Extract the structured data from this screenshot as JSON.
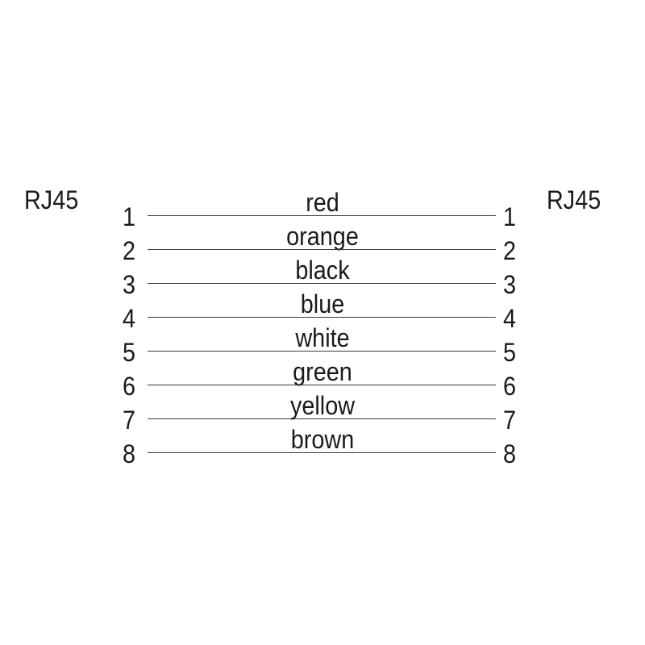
{
  "connectors": {
    "left_label": "RJ45",
    "right_label": "RJ45"
  },
  "wires": [
    {
      "pin_left": "1",
      "color": "red",
      "pin_right": "1"
    },
    {
      "pin_left": "2",
      "color": "orange",
      "pin_right": "2"
    },
    {
      "pin_left": "3",
      "color": "black",
      "pin_right": "3"
    },
    {
      "pin_left": "4",
      "color": "blue",
      "pin_right": "4"
    },
    {
      "pin_left": "5",
      "color": "white",
      "pin_right": "5"
    },
    {
      "pin_left": "6",
      "color": "green",
      "pin_right": "6"
    },
    {
      "pin_left": "7",
      "color": "yellow",
      "pin_right": "7"
    },
    {
      "pin_left": "8",
      "color": "brown",
      "pin_right": "8"
    }
  ]
}
